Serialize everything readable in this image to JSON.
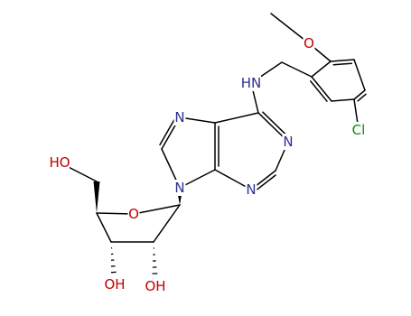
{
  "diagram": {
    "type": "chemical-structure",
    "colors": {
      "bond": "#000000",
      "carbon": "#000000",
      "nitrogen": "#2e2e8e",
      "oxygen": "#c00000",
      "chlorine": "#0a8a0a"
    },
    "labels": {
      "nh": "HN",
      "o_methoxy": "O",
      "cl": "Cl",
      "n7": "N",
      "n1": "N",
      "n3": "N",
      "n9": "N",
      "o_ring": "O",
      "ho5": "HO",
      "oh3": "OH",
      "oh2": "OH"
    }
  }
}
